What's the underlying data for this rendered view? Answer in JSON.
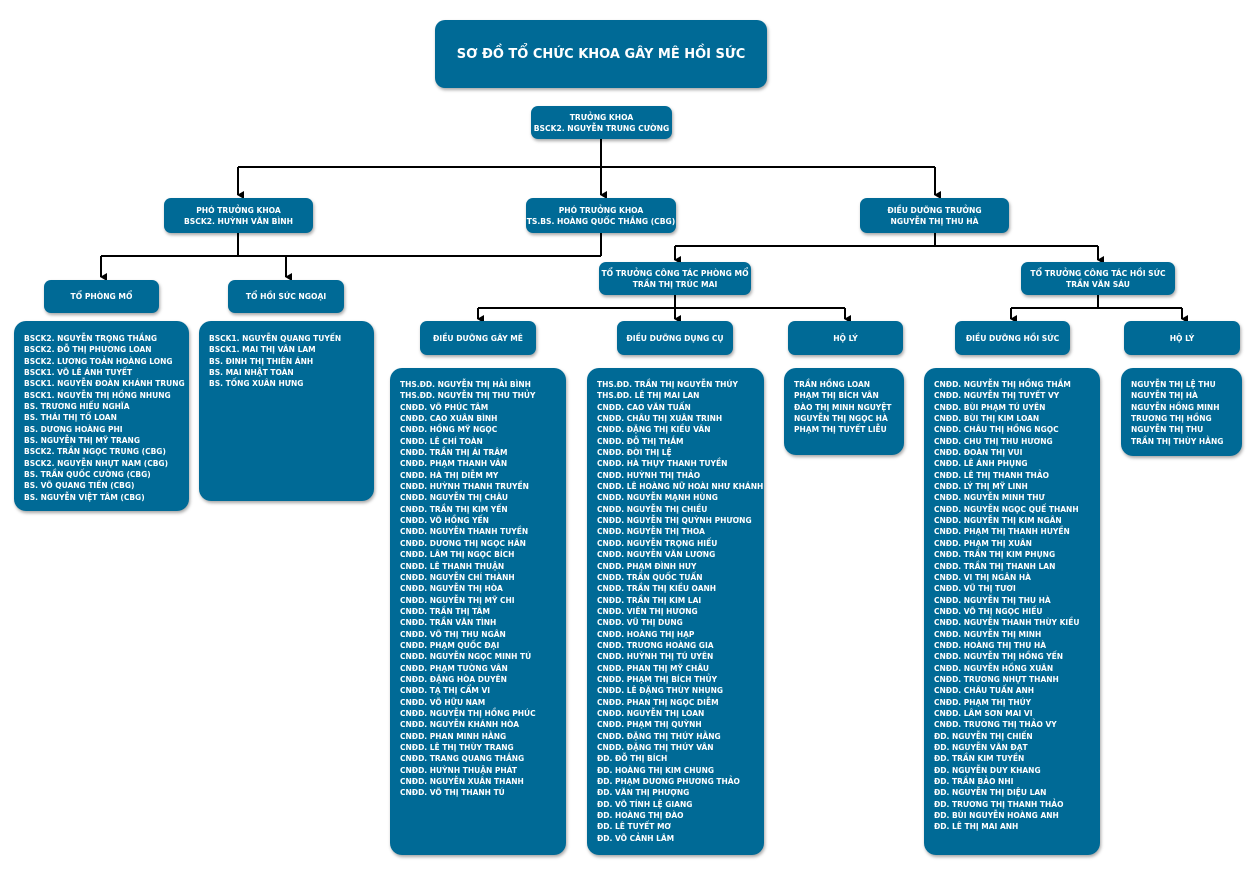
{
  "title": "SƠ ĐỒ TỔ CHỨC KHOA GÂY MÊ HỒI SỨC",
  "head": {
    "role": "TRƯỞNG KHOA",
    "name": "BSCK2. NGUYỄN TRUNG CƯỜNG"
  },
  "deputy_1": {
    "role": "PHÓ TRƯỞNG KHOA",
    "name": "BSCK2. HUỲNH VĂN BÌNH"
  },
  "deputy_2": {
    "role": "PHÓ TRƯỞNG KHOA",
    "name": "TS.BS. HOÀNG QUỐC THẮNG (CBG)"
  },
  "head_nurse": {
    "role": "ĐIỀU DƯỠNG TRƯỞNG",
    "name": "NGUYỄN THỊ THU HÀ"
  },
  "surgery_team": {
    "label": "TỔ PHÒNG MỔ",
    "members": [
      "BSCK2. NGUYỄN TRỌNG THẮNG",
      "BSCK2. ĐỖ THỊ PHƯƠNG LOAN",
      "BSCK2. LƯƠNG TOẢN HOÀNG LONG",
      "BSCK1. VÕ LÊ ÁNH TUYẾT",
      "BSCK1. NGUYỄN ĐOÀN KHÁNH TRUNG",
      "BSCK1. NGUYỄN THỊ HỒNG NHUNG",
      "BS. TRƯƠNG HIẾU NGHĨA",
      "BS. THÁI THỊ TỐ LOAN",
      "BS. DƯƠNG HOÀNG PHI",
      "BS. NGUYỄN THỊ MỸ TRANG",
      "BSCK2. TRẦN NGỌC TRUNG (CBG)",
      "BSCK2. NGUYỄN NHỰT NAM (CBG)",
      "BS. TRẦN QUỐC CƯỜNG (CBG)",
      "BS. VÕ QUANG TIẾN (CBG)",
      "BS. NGUYỄN VIỆT TÂM (CBG)"
    ]
  },
  "outpatient_icu": {
    "label": "TỔ HỒI SỨC NGOẠI",
    "members": [
      "BSCK1. NGUYỄN QUANG TUYẾN",
      "BSCK1. MAI THỊ VÂN LAM",
      "BS. ĐINH THỊ THIÊN ÁNH",
      "BS. MAI NHẬT TOÀN",
      "BS. TỐNG XUÂN HƯNG"
    ]
  },
  "or_leader": {
    "role": "TỔ TRƯỞNG CÔNG TÁC PHÒNG MỔ",
    "name": "TRẦN THỊ TRÚC MAI"
  },
  "icu_leader": {
    "role": "TỔ TRƯỞNG CÔNG TÁC HỒI SỨC",
    "name": "TRẦN VĂN SÁU"
  },
  "anesthesia_nurses": {
    "label": "ĐIỀU DƯỠNG GÂY MÊ",
    "members": [
      "ThS.ĐD. NGUYỄN THỊ HẢI BÌNH",
      "ThS.ĐD. NGUYỄN THỊ THU THỦY",
      "CNĐD. VÕ PHÚC TÂM",
      "CNĐD. CAO XUÂN BÌNH",
      "CNĐD. HỒNG MỸ NGỌC",
      "CNĐD. LÊ CHÍ TOÀN",
      "CNĐD. TRẦN THỊ ÁI TRÂM",
      "CNĐD. PHẠM THANH VÂN",
      "CNĐD. HÀ THỊ DIỄM MY",
      "CNĐD. HUỲNH THANH TRUYỀN",
      "CNĐD. NGUYỄN THỊ CHÂU",
      "CNĐD. TRẦN THỊ KIM YẾN",
      "CNĐD. VÕ HỒNG YẾN",
      "CNĐD. NGUYỄN THANH TUYỀN",
      "CNĐD. DƯƠNG THỊ NGỌC HÂN",
      "CNĐD. LÂM THỊ NGỌC BÍCH",
      "CNĐD. LÊ THANH THUẬN",
      "CNĐD. NGUYỄN CHÍ THÀNH",
      "CNĐD. NGUYỄN THỊ HÒA",
      "CNĐD. NGUYỄN THỊ MỸ CHI",
      "CNĐD. TRẦN THỊ TÂM",
      "CNĐD. TRẦN VĂN TÌNH",
      "CNĐD. VÕ THỊ THU NGÂN",
      "CNĐD. PHẠM QUỐC ĐẠI",
      "CNĐD. NGUYỄN NGỌC MINH TÚ",
      "CNĐD. PHẠM TƯỜNG VÂN",
      "CNĐD. ĐẶNG HÒA DUYÊN",
      "CNĐD. TẠ THỊ CẨM VI",
      "CNĐD. VÕ HỮU NAM",
      "CNĐD. NGUYỄN THỊ HỒNG PHÚC",
      "CNĐD. NGUYỄN KHÁNH HÒA",
      "CNĐD. PHAN MINH HẰNG",
      "CNĐD. LÊ THỊ THÙY TRANG",
      "CNĐD. TRANG QUANG THẮNG",
      "CNĐD. HUỲNH THUẬN PHÁT",
      "CNĐD. NGUYỄN XUÂN THANH",
      "CNĐD. VÕ THỊ THANH TÚ"
    ]
  },
  "instrument_nurses": {
    "label": "ĐIỀU DƯỠNG DỤNG CỤ",
    "members": [
      "ThS.ĐD. TRẦN THỊ NGUYỄN THÚY",
      "ThS.ĐD. LÊ THỊ MAI LAN",
      "CNĐD. CAO VĂN TUẤN",
      "CNĐD. CHÂU THỊ XUÂN TRINH",
      "CNĐD. ĐẶNG THỊ KIỀU VÂN",
      "CNĐD. ĐỖ THỊ THẮM",
      "CNĐD. ĐỜI THỊ LỆ",
      "CNĐD. HÀ THỤY THANH TUYỀN",
      "CNĐD. HUỲNH THỊ THẢO",
      "CNĐD. LÊ HOÀNG NỮ HOÀI NHƯ KHÁNH",
      "CNĐD. NGUYỄN MẠNH HÙNG",
      "CNĐD. NGUYỄN THỊ CHIỀU",
      "CNĐD. NGUYỄN THỊ QUỲNH PHƯƠNG",
      "CNĐD. NGUYỄN THỊ THOA",
      "CNĐD. NGUYỄN TRỌNG HIẾU",
      "CNĐD. NGUYỄN VĂN LƯƠNG",
      "CNĐD. PHẠM ĐÌNH HUY",
      "CNĐD. TRẦN QUỐC TUẤN",
      "CNĐD. TRẦN THỊ KIỀU OANH",
      "CNĐD. TRẦN THỊ KIM LAI",
      "CNĐD. VIÊN THỊ HƯƠNG",
      "CNĐD. VŨ THỊ DUNG",
      "CNĐD. HOÀNG THỊ HẠP",
      "CNĐD. TRƯƠNG HOÀNG GIA",
      "CNĐD. HUỲNH THỊ TÚ UYÊN",
      "CNĐD. PHAN THỊ MỸ CHÂU",
      "CNĐD. PHẠM THỊ BÍCH THỦY",
      "CNĐD. LÊ ĐẶNG THÙY NHUNG",
      "CNĐD. PHAN THỊ NGỌC DIỄM",
      "CNĐD. NGUYỄN THỊ LOAN",
      "CNĐD. PHẠM THỊ QUỲNH",
      "CNĐD. ĐẶNG THỊ THÚY HẰNG",
      "CNĐD. ĐẶNG THỊ THÚY VÂN",
      "ĐD. ĐỖ THỊ BÍCH",
      "ĐD. HOÀNG THỊ KIM CHUNG",
      "ĐD. PHẠM DƯƠNG PHƯƠNG THẢO",
      "ĐD. VĂN THỊ PHƯỢNG",
      "ĐD. VÕ TÍNH LỆ GIANG",
      "ĐD. HOÀNG THỊ ĐÀO",
      "ĐD. LÊ TUYẾT MƠ",
      "ĐD. VÕ CẢNH LÂM"
    ]
  },
  "orderlies_or": {
    "label": "HỘ LÝ",
    "members": [
      "TRẦN HỒNG LOAN",
      "PHẠM THỊ BÍCH VÂN",
      "ĐÀO THỊ MINH NGUYỆT",
      "NGUYỄN THỊ NGỌC HÀ",
      "PHẠM THỊ TUYẾT LIỄU"
    ]
  },
  "icu_nurses": {
    "label": "ĐIỀU DƯỠNG HỒI SỨC",
    "members": [
      "CNĐD. NGUYỄN THỊ HỒNG THẮM",
      "CNĐD. NGUYỄN THỊ TUYẾT VY",
      "CNĐD. BÙI PHẠM TÚ UYÊN",
      "CNĐD. BÙI THỊ KIM LOAN",
      "CNĐD. CHÂU THỊ HỒNG NGỌC",
      "CNĐD. CHU THỊ THU HƯƠNG",
      "CNĐD. ĐOÀN THỊ VUI",
      "CNĐD. LÊ ÁNH PHỤNG",
      "CNĐD. LÊ THỊ THANH THẢO",
      "CNĐD. LÝ THỊ MỸ LINH",
      "CNĐD. NGUYỄN MINH THƯ",
      "CNĐD. NGUYỄN NGỌC QUẾ THANH",
      "CNĐD. NGUYỄN THỊ KIM NGÂN",
      "CNĐD. PHẠM THỊ THANH HUYỀN",
      "CNĐD. PHẠM THỊ XUÂN",
      "CNĐD. TRẦN THỊ KIM PHỤNG",
      "CNĐD. TRẦN THỊ THANH LAN",
      "CNĐD. VI THỊ NGÂN HÀ",
      "CNĐD. VŨ THỊ TƯƠI",
      "CNĐD. NGUYỄN THỊ THU HÀ",
      "CNĐD. VÕ THỊ NGỌC HIẾU",
      "CNĐD. NGUYỄN THANH THÙY KIỀU",
      "CNĐD. NGUYỄN THỊ MINH",
      "CNĐD. HOÀNG THỊ THU HÀ",
      "CNĐD. NGUYỄN THỊ HỒNG YẾN",
      "CNĐD. NGUYỄN HỒNG XUÂN",
      "CNĐD. TRƯƠNG NHỰT THANH",
      "CNĐD. CHÂU TUẤN ANH",
      "CNĐD. PHẠM THỊ THÚY",
      "CNĐD. LÂM SƠN MAI VI",
      "CNĐD. TRƯƠNG THỊ THẢO VY",
      "ĐD. NGUYỄN THỊ CHIẾN",
      "ĐD. NGUYỄN VĂN ĐẠT",
      "ĐD. TRẦN KIM TUYỀN",
      "ĐD. NGUYỄN DUY KHANG",
      "ĐD. TRẦN BẢO NHI",
      "ĐD. NGUYỄN THỊ DIỆU LAN",
      "ĐD. TRƯƠNG THỊ THANH THẢO",
      "ĐD. BÙI NGUYỄN HOÀNG ANH",
      "ĐD. LÊ THỊ MAI ANH"
    ]
  },
  "orderlies_icu": {
    "label": "HỘ LÝ",
    "members": [
      "NGUYỄN THỊ LỆ THU",
      "NGUYỄN THỊ HÀ",
      "NGUYỄN HỒNG MINH",
      "TRƯƠNG THỊ HỒNG",
      "NGUYỄN THỊ THU",
      "TRẦN THỊ THÙY HẰNG"
    ]
  }
}
